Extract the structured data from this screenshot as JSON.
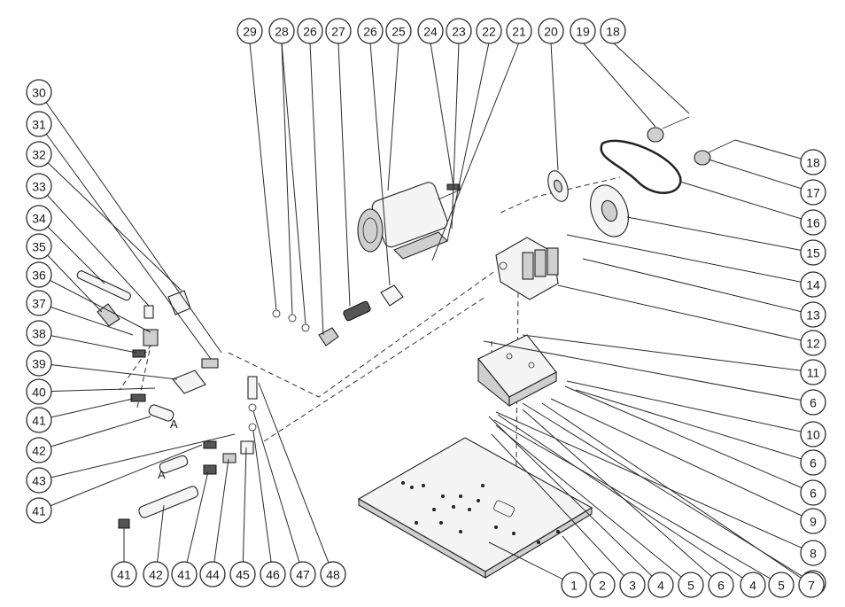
{
  "callouts": [
    {
      "id": "c29t",
      "label": "29"
    },
    {
      "id": "c28t",
      "label": "28"
    },
    {
      "id": "c26t",
      "label": "26"
    },
    {
      "id": "c27t",
      "label": "27"
    },
    {
      "id": "c26t2",
      "label": "26"
    },
    {
      "id": "c25t",
      "label": "25"
    },
    {
      "id": "c24t",
      "label": "24"
    },
    {
      "id": "c23t",
      "label": "23"
    },
    {
      "id": "c22t",
      "label": "22"
    },
    {
      "id": "c21t",
      "label": "21"
    },
    {
      "id": "c20t",
      "label": "20"
    },
    {
      "id": "c19t",
      "label": "19"
    },
    {
      "id": "c18t",
      "label": "18"
    },
    {
      "id": "c30",
      "label": "30"
    },
    {
      "id": "c31",
      "label": "31"
    },
    {
      "id": "c32",
      "label": "32"
    },
    {
      "id": "c33",
      "label": "33"
    },
    {
      "id": "c34",
      "label": "34"
    },
    {
      "id": "c35",
      "label": "35"
    },
    {
      "id": "c36",
      "label": "36"
    },
    {
      "id": "c37",
      "label": "37"
    },
    {
      "id": "c38",
      "label": "38"
    },
    {
      "id": "c39",
      "label": "39"
    },
    {
      "id": "c40",
      "label": "40"
    },
    {
      "id": "c41a",
      "label": "41"
    },
    {
      "id": "c42a",
      "label": "42"
    },
    {
      "id": "c43",
      "label": "43"
    },
    {
      "id": "c41b",
      "label": "41"
    },
    {
      "id": "c18r",
      "label": "18"
    },
    {
      "id": "c17",
      "label": "17"
    },
    {
      "id": "c16",
      "label": "16"
    },
    {
      "id": "c15",
      "label": "15"
    },
    {
      "id": "c14",
      "label": "14"
    },
    {
      "id": "c13",
      "label": "13"
    },
    {
      "id": "c12",
      "label": "12"
    },
    {
      "id": "c11",
      "label": "11"
    },
    {
      "id": "c6a",
      "label": "6"
    },
    {
      "id": "c10",
      "label": "10"
    },
    {
      "id": "c6b",
      "label": "6"
    },
    {
      "id": "c6c",
      "label": "6"
    },
    {
      "id": "c9",
      "label": "9"
    },
    {
      "id": "c8",
      "label": "8"
    },
    {
      "id": "c7",
      "label": "7"
    },
    {
      "id": "b41a",
      "label": "41"
    },
    {
      "id": "b42",
      "label": "42"
    },
    {
      "id": "b41b",
      "label": "41"
    },
    {
      "id": "b44",
      "label": "44"
    },
    {
      "id": "b45",
      "label": "45"
    },
    {
      "id": "b46",
      "label": "46"
    },
    {
      "id": "b47",
      "label": "47"
    },
    {
      "id": "b48",
      "label": "48"
    },
    {
      "id": "b1",
      "label": "1"
    },
    {
      "id": "b2",
      "label": "2"
    },
    {
      "id": "b3",
      "label": "3"
    },
    {
      "id": "b4",
      "label": "4"
    },
    {
      "id": "b5",
      "label": "5"
    },
    {
      "id": "b6",
      "label": "6"
    },
    {
      "id": "b4b",
      "label": "4"
    },
    {
      "id": "b5b",
      "label": "5"
    },
    {
      "id": "b7",
      "label": "7"
    }
  ],
  "markers": {
    "connection_a1": "A",
    "connection_a2": "A"
  }
}
